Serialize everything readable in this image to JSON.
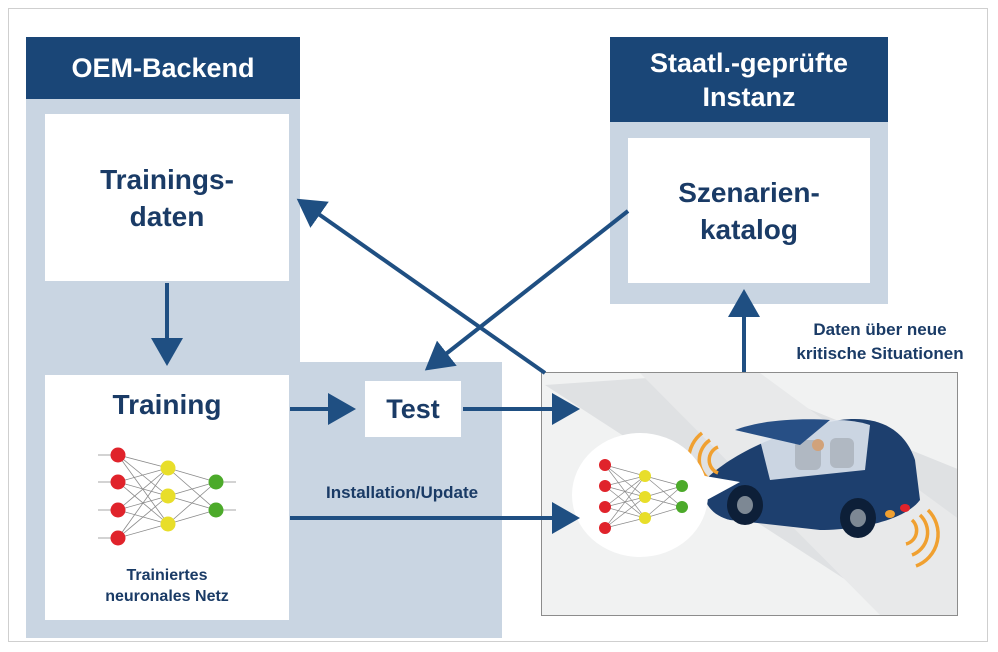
{
  "oem": {
    "header": "OEM-Backend"
  },
  "authority": {
    "header": "Staatl.-geprüfte\nInstanz"
  },
  "boxes": {
    "trainingsdaten": "Trainings-\ndaten",
    "szenarienkatalog": "Szenarien-\nkatalog",
    "training": "Training",
    "test": "Test"
  },
  "labels": {
    "trainiertes_netz": "Trainiertes\nneuronales Netz",
    "installation": "Installation/Update",
    "daten_neue": "Daten über neue\nkritische Situationen"
  },
  "colors": {
    "navy": "#1a4677",
    "panel": "#c9d5e2",
    "arrow": "#1f4f82",
    "node_red": "#e0232b",
    "node_yellow": "#e8de2a",
    "node_green": "#4caa2a",
    "sensor_orange": "#f0a030"
  },
  "icons": [
    "neural-network-icon",
    "autonomous-car-icon",
    "sensor-wave-icon"
  ]
}
